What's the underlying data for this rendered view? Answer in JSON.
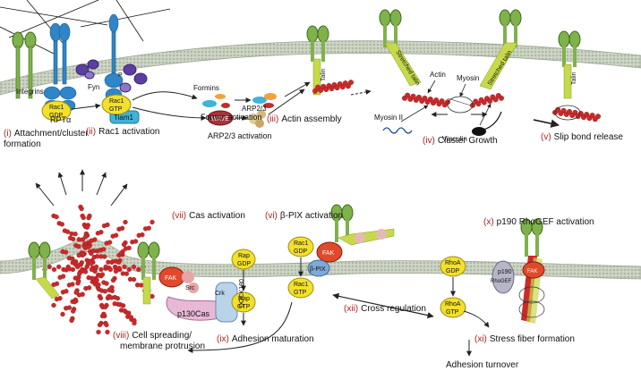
{
  "colors": {
    "membrane": "#c9d1bf",
    "integrin": "#7fb24a",
    "rpta": "#2f86c6",
    "actin": "#c92a2a",
    "talin": "#c6d94a",
    "yellow": "#f2e02a",
    "stage_label": "#b22222",
    "fak": "#e04a2a",
    "dock180": "#b8d3ea",
    "p130cas": "#e7b9d6",
    "p190": "#b6b6c8"
  },
  "labels": {
    "integrins": "Integrins",
    "rpta": "RPTα",
    "fyn": "Fyn",
    "p_mark": "P",
    "tiam1": "Tiam1",
    "rac1_gdp": [
      "Rac1",
      "GDP"
    ],
    "rac1_gtp": [
      "Rac1",
      "GTP"
    ],
    "formins": "Formins",
    "formin_activation": "Formin activation",
    "wave": "WAVE",
    "arp23": "ARP2/3",
    "arp23_activation": "ARP2/3 activation",
    "talin": "Talin",
    "stretched_talin": "Stretched talin",
    "actin": "Actin",
    "myosin": "Myosin",
    "myosin_ii": "Myosin II",
    "vinculin": "Vinculin",
    "fak": "FAK",
    "src": "Src",
    "crk": "Crk",
    "dock180": "DOCK180",
    "p130cas": "p130Cas",
    "rap_gdp": [
      "Rap",
      "GDP"
    ],
    "rap_gtp": [
      "Rap",
      "GTP"
    ],
    "beta_pix": "β-PIX",
    "rhoa_gdp": [
      "RhoA",
      "GDP"
    ],
    "rhoa_gtp": [
      "RhoA",
      "GTP"
    ],
    "p190_rhogef": [
      "p190",
      "RhoGEF"
    ]
  },
  "stages": {
    "i_num": "(i)",
    "i_text": "Attachment/cluster",
    "i_text2": "formation",
    "ii_num": "(ii)",
    "ii_text": "Rac1 activation",
    "iii_num": "(iii)",
    "iii_text": "Actin assembly",
    "iv_num": "(iv)",
    "iv_text": "Cluster Growth",
    "v_num": "(v)",
    "v_text": "Slip bond release",
    "vi_num": "(vi)",
    "vi_text": "β-PIX activation",
    "vii_num": "(vii)",
    "vii_text": "Cas activation",
    "viii_num": "(viii)",
    "viii_text": "Cell spreading/",
    "viii_text2": "membrane protrusion",
    "ix_num": "(ix)",
    "ix_text": "Adhesion maturation",
    "x_num": "(x)",
    "x_text": "p190 RhoGEF activation",
    "xi_num": "(xi)",
    "xi_text": "Stress fiber formation",
    "xii_num": "(xii)",
    "xii_text": "Cross regulation",
    "adhesion_turnover": "Adhesion turnover"
  }
}
